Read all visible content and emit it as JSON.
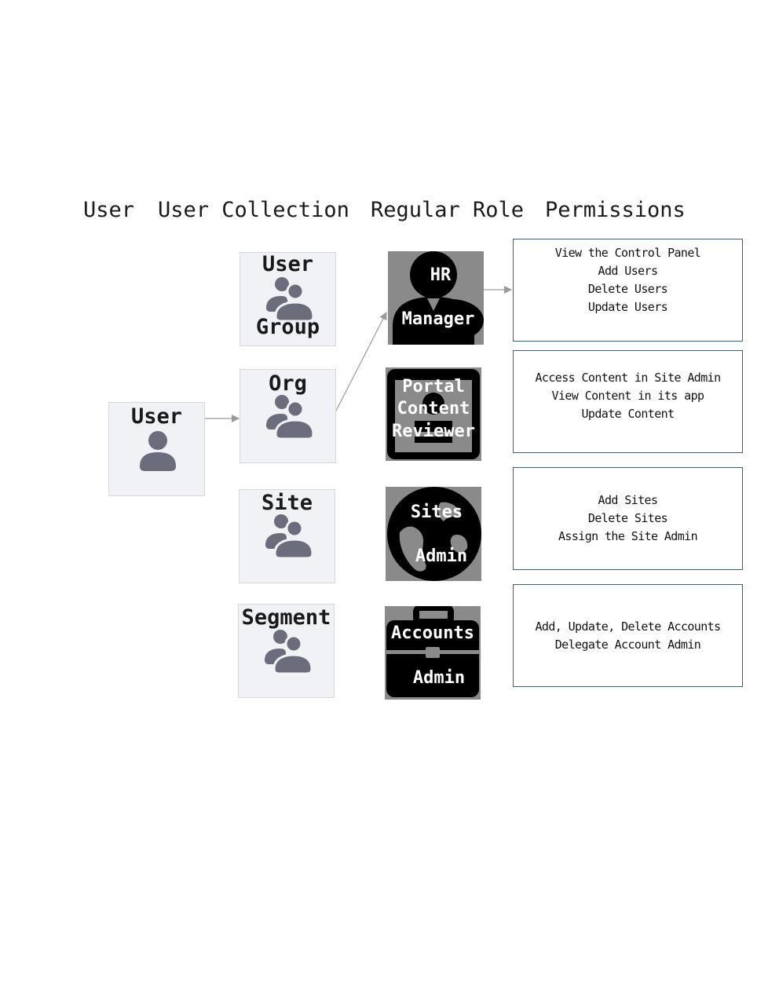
{
  "headers": {
    "user": "User",
    "user_collection": "User Collection",
    "regular_role": "Regular Role",
    "permissions": "Permissions"
  },
  "user_card": {
    "label": "User",
    "icon": "user-icon"
  },
  "collections": [
    {
      "line1": "User",
      "line2": "Group",
      "icon": "users-icon"
    },
    {
      "line1": "Org",
      "icon": "users-icon"
    },
    {
      "line1": "Site",
      "icon": "users-icon"
    },
    {
      "line1": "Segment",
      "icon": "users-icon"
    }
  ],
  "roles": [
    {
      "line1": "HR",
      "line2": "Manager",
      "icon": "user-tie-icon"
    },
    {
      "line1": "Portal",
      "line2": "Content",
      "line3": "Reviewer",
      "icon": "id-badge-icon"
    },
    {
      "line1": "Sites",
      "line2": "Admin",
      "icon": "globe-icon"
    },
    {
      "line1": "Accounts",
      "line2": "Admin",
      "icon": "briefcase-icon"
    }
  ],
  "permissions": [
    {
      "lines": [
        "View the Control Panel",
        "Add Users",
        "Delete Users",
        "Update Users"
      ]
    },
    {
      "lines": [
        "Access Content in Site Admin",
        "View Content in its app",
        "Update Content"
      ]
    },
    {
      "lines": [
        "Add Sites",
        "Delete Sites",
        "Assign the Site Admin"
      ]
    },
    {
      "lines": [
        "Add, Update, Delete Accounts",
        "Delegate Account Admin"
      ]
    }
  ],
  "colors": {
    "icon": "#6b6d7d",
    "card_bg": "#f1f2f6",
    "role_bg": "#8a8a8a",
    "perm_border": "#3a5f86",
    "arrow": "#9a9a9a"
  }
}
